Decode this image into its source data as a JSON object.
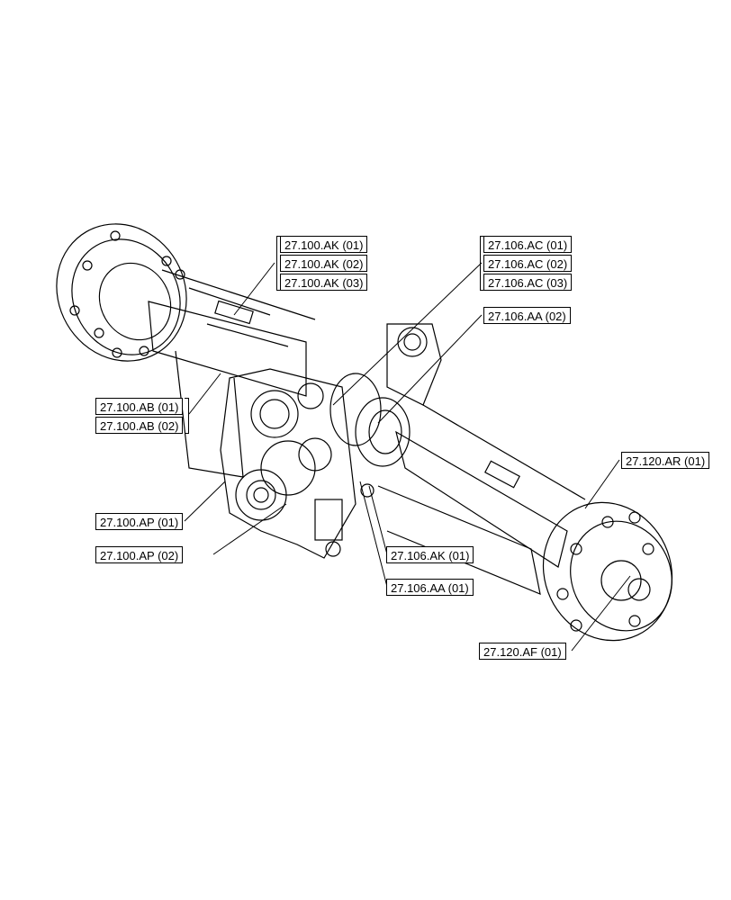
{
  "callouts": {
    "ak": [
      "27.100.AK (01)",
      "27.100.AK (02)",
      "27.100.AK (03)"
    ],
    "ac": [
      "27.106.AC (01)",
      "27.106.AC (02)",
      "27.106.AC (03)"
    ],
    "aa02": "27.106.AA (02)",
    "ab": [
      "27.100.AB (01)",
      "27.100.AB (02)"
    ],
    "ap01": "27.100.AP (01)",
    "ap02": "27.100.AP (02)",
    "ak_106": "27.106.AK (01)",
    "aa01": "27.106.AA (01)",
    "ar": "27.120.AR (01)",
    "af": "27.120.AF (01)"
  }
}
